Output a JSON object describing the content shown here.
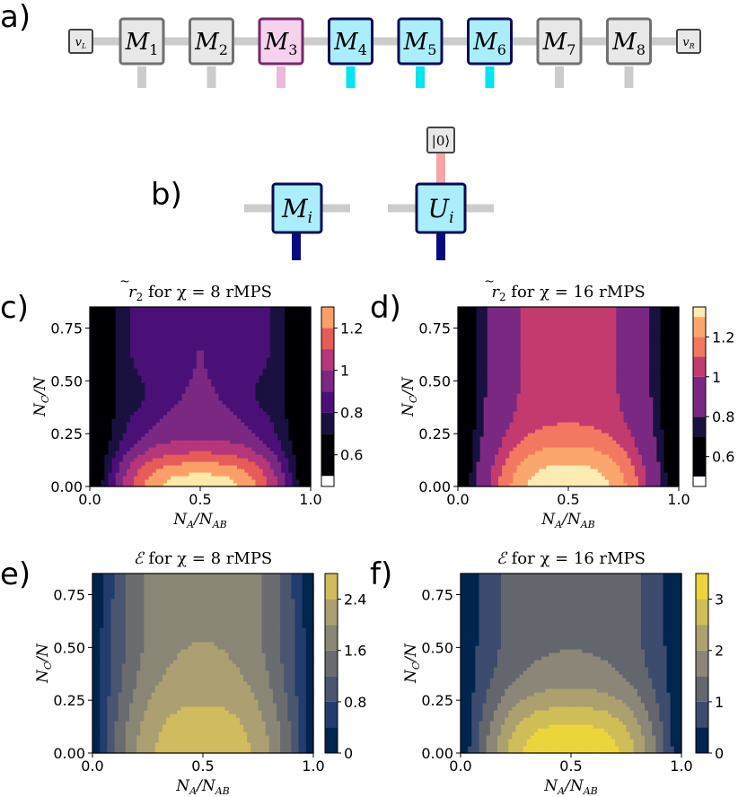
{
  "panel_labels": [
    "a)",
    "b)",
    "c)",
    "d)",
    "e)",
    "f)"
  ],
  "diagram_a": {
    "left_vector": "v",
    "left_vector_sub": "L",
    "right_vector": "v",
    "right_vector_sub": "R",
    "tensors": [
      {
        "name": "M",
        "sub": "1",
        "style": "gray"
      },
      {
        "name": "M",
        "sub": "2",
        "style": "gray"
      },
      {
        "name": "M",
        "sub": "3",
        "style": "purple"
      },
      {
        "name": "M",
        "sub": "4",
        "style": "cyan"
      },
      {
        "name": "M",
        "sub": "5",
        "style": "cyan"
      },
      {
        "name": "M",
        "sub": "6",
        "style": "cyan"
      },
      {
        "name": "M",
        "sub": "7",
        "style": "gray"
      },
      {
        "name": "M",
        "sub": "8",
        "style": "gray"
      }
    ]
  },
  "diagram_b": {
    "left_tensor": "M",
    "left_sub": "i",
    "right_tensor": "U",
    "right_sub": "i",
    "ket": "|0⟩"
  },
  "colors": {
    "gray_fill": "#e8e8e8",
    "gray_edge": "#707070",
    "cyan_fill": "#aaeefc",
    "navy_edge": "#0a0a55",
    "purple_fill": "#f6d2ee",
    "purple_edge": "#722a6a",
    "bond": "#cccccc",
    "cyan_leg": "#00e5f0",
    "pink_leg": "#ecb8dc",
    "navy_leg": "#0a0a80",
    "salmon_leg": "#f4a6a6"
  },
  "chart_data": [
    {
      "type": "heatmap",
      "panel": "c)",
      "title_prefix": "r",
      "title_sub": "2",
      "title_rest": "for χ = 8 rMPS",
      "xlabel": "N",
      "xlabel_sub": "A",
      "xlabel_mid": "/N",
      "xlabel_sub2": "AB",
      "ylabel": "N",
      "ylabel_sub": "C",
      "ylabel_mid": "/N",
      "xlim": [
        0,
        1
      ],
      "ylim": [
        0,
        0.85
      ],
      "xticks": [
        "0.0",
        "0.5",
        "1.0"
      ],
      "yticks": [
        "0.00",
        "0.25",
        "0.50",
        "0.75"
      ],
      "colorbar_ticks": [
        "0.6",
        "0.8",
        "1",
        "1.2"
      ],
      "colorbar_range": [
        0.45,
        1.3
      ],
      "levels": [
        {
          "value": 0.5,
          "color": "#000004"
        },
        {
          "value": 0.7,
          "color": "#1a1140"
        },
        {
          "value": 0.8,
          "color": "#4a1078"
        },
        {
          "value": 0.9,
          "color": "#7a2882"
        },
        {
          "value": 1.0,
          "color": "#b5367a"
        },
        {
          "value": 1.1,
          "color": "#e55c58"
        },
        {
          "value": 1.2,
          "color": "#fb9f69"
        },
        {
          "value": 1.3,
          "color": "#fdeaa8"
        }
      ],
      "bands": [
        {
          "level": 0,
          "x_left_at_y": [
            [
              0.0,
              0.1
            ],
            [
              0.25,
              0.1
            ],
            [
              0.5,
              0.1
            ],
            [
              0.85,
              0.08
            ]
          ]
        },
        {
          "level": 1,
          "x_left_at_y": [
            [
              0.0,
              0.14
            ],
            [
              0.25,
              0.14
            ],
            [
              0.5,
              0.16
            ],
            [
              0.85,
              0.12
            ]
          ]
        },
        {
          "level": 2,
          "x_left_at_y": [
            [
              0.0,
              0.2
            ],
            [
              0.2,
              0.2
            ],
            [
              0.38,
              0.18
            ],
            [
              0.45,
              0.24
            ],
            [
              0.5,
              0.3
            ],
            [
              0.6,
              0.26
            ],
            [
              0.85,
              0.24
            ]
          ]
        }
      ],
      "bottom_layers": [
        {
          "level": 3,
          "y": 0.25
        },
        {
          "level": 4,
          "y": 0.19
        },
        {
          "level": 5,
          "y": 0.13
        },
        {
          "level": 6,
          "y": 0.07
        },
        {
          "level": 7,
          "y": 0.03
        }
      ]
    },
    {
      "type": "heatmap",
      "panel": "d)",
      "title_prefix": "r",
      "title_sub": "2",
      "title_rest": "for χ = 16 rMPS",
      "xlabel": "N",
      "xlabel_sub": "A",
      "xlabel_mid": "/N",
      "xlabel_sub2": "AB",
      "ylabel": "N",
      "ylabel_sub": "C",
      "ylabel_mid": "/N",
      "xlim": [
        0,
        1
      ],
      "ylim": [
        0,
        0.85
      ],
      "xticks": [
        "0.0",
        "0.5",
        "1.0"
      ],
      "yticks": [
        "0.00",
        "0.25",
        "0.50",
        "0.75"
      ],
      "colorbar_ticks": [
        "0.6",
        "0.8",
        "1",
        "1.2"
      ],
      "colorbar_range": [
        0.45,
        1.35
      ],
      "levels": [
        {
          "value": 0.5,
          "color": "#000004"
        },
        {
          "value": 0.7,
          "color": "#1a1140"
        },
        {
          "value": 0.8,
          "color": "#7a2882"
        },
        {
          "value": 1.0,
          "color": "#c23a6e"
        },
        {
          "value": 1.1,
          "color": "#f37861"
        },
        {
          "value": 1.2,
          "color": "#fba66c"
        },
        {
          "value": 1.3,
          "color": "#fcebb3"
        }
      ],
      "bands": [],
      "bottom_layers": []
    },
    {
      "type": "heatmap",
      "panel": "e)",
      "title_prefix": "ℰ",
      "title_sub": "",
      "title_rest": "for χ = 8 rMPS",
      "xlabel": "N",
      "xlabel_sub": "A",
      "xlabel_mid": "/N",
      "xlabel_sub2": "AB",
      "ylabel": "N",
      "ylabel_sub": "C",
      "ylabel_mid": "/N",
      "xlim": [
        0,
        1
      ],
      "ylim": [
        0,
        0.85
      ],
      "xticks": [
        "0.0",
        "0.5",
        "1.0"
      ],
      "yticks": [
        "0.00",
        "0.25",
        "0.50",
        "0.75"
      ],
      "colorbar_ticks": [
        "0",
        "0.8",
        "1.6",
        "2.4"
      ],
      "colorbar_range": [
        0,
        2.8
      ],
      "levels": [
        {
          "value": 0.0,
          "color": "#00254f"
        },
        {
          "value": 0.4,
          "color": "#233c6e"
        },
        {
          "value": 0.8,
          "color": "#4a5570"
        },
        {
          "value": 1.2,
          "color": "#6a6c70"
        },
        {
          "value": 1.6,
          "color": "#8a8676"
        },
        {
          "value": 2.0,
          "color": "#aca072"
        },
        {
          "value": 2.4,
          "color": "#d0bc5e"
        },
        {
          "value": 2.8,
          "color": "#e5d044"
        }
      ]
    },
    {
      "type": "heatmap",
      "panel": "f)",
      "title_prefix": "ℰ",
      "title_sub": "",
      "title_rest": "for χ = 16 rMPS",
      "xlabel": "N",
      "xlabel_sub": "A",
      "xlabel_mid": "/N",
      "xlabel_sub2": "AB",
      "ylabel": "N",
      "ylabel_sub": "C",
      "ylabel_mid": "/N",
      "xlim": [
        0,
        1
      ],
      "ylim": [
        0,
        0.85
      ],
      "xticks": [
        "0.0",
        "0.5",
        "1.0"
      ],
      "yticks": [
        "0.00",
        "0.25",
        "0.50",
        "0.75"
      ],
      "colorbar_ticks": [
        "0",
        "1",
        "2",
        "3"
      ],
      "colorbar_range": [
        0,
        3.5
      ],
      "levels": [
        {
          "value": 0.0,
          "color": "#00254f"
        },
        {
          "value": 0.5,
          "color": "#3d4c6e"
        },
        {
          "value": 1.0,
          "color": "#64666e"
        },
        {
          "value": 1.5,
          "color": "#8b8678"
        },
        {
          "value": 2.0,
          "color": "#aca06f"
        },
        {
          "value": 2.5,
          "color": "#cfbd58"
        },
        {
          "value": 3.0,
          "color": "#ecd53a"
        },
        {
          "value": 3.5,
          "color": "#fde725"
        }
      ]
    }
  ]
}
